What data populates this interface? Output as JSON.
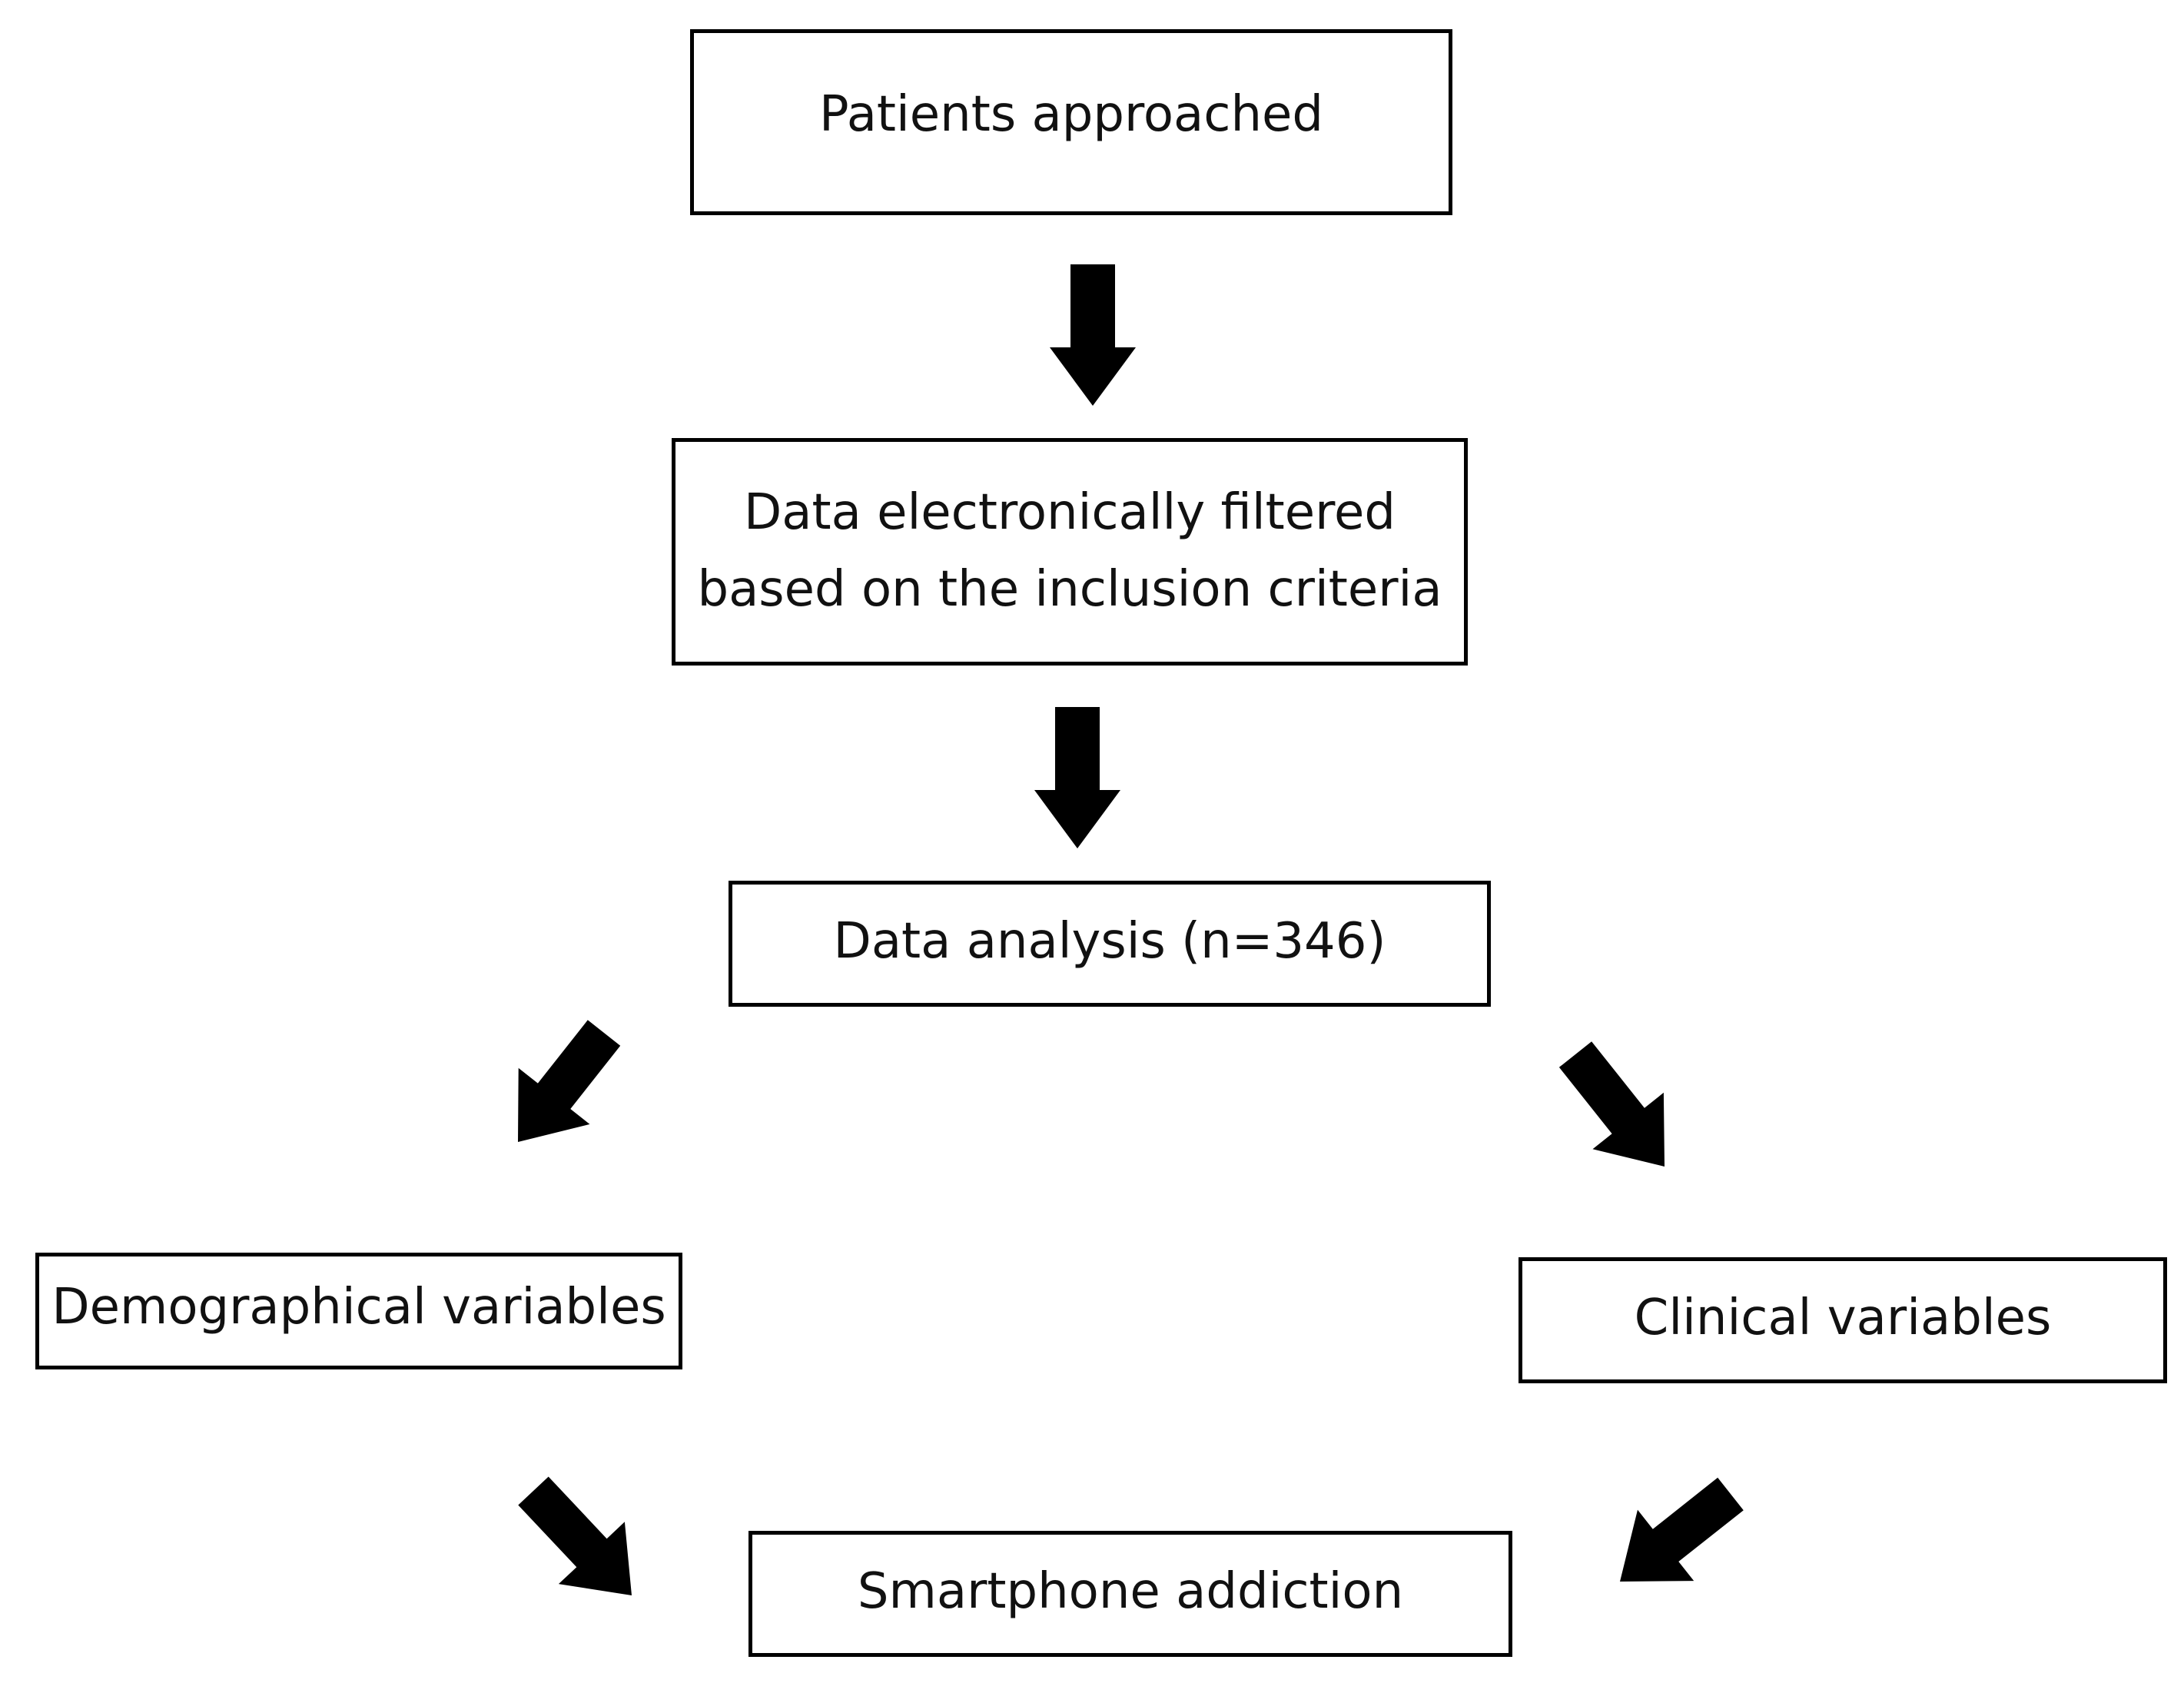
{
  "nodes": {
    "patients_approached": "Patients approached",
    "data_filtered": {
      "line1": "Data electronically filtered",
      "line2": "based on the inclusion criteria"
    },
    "data_analysis": "Data analysis (n=346)",
    "demographical_variables": "Demographical variables",
    "clinical_variables": "Clinical variables",
    "smartphone_addiction": "Smartphone addiction"
  },
  "edges": [
    {
      "from": "patients_approached",
      "to": "data_filtered"
    },
    {
      "from": "data_filtered",
      "to": "data_analysis"
    },
    {
      "from": "data_analysis",
      "to": "demographical_variables"
    },
    {
      "from": "data_analysis",
      "to": "clinical_variables"
    },
    {
      "from": "demographical_variables",
      "to": "smartphone_addiction"
    },
    {
      "from": "clinical_variables",
      "to": "smartphone_addiction"
    }
  ],
  "colors": {
    "arrow": "#000000",
    "border": "#000000",
    "text": "#111111"
  }
}
